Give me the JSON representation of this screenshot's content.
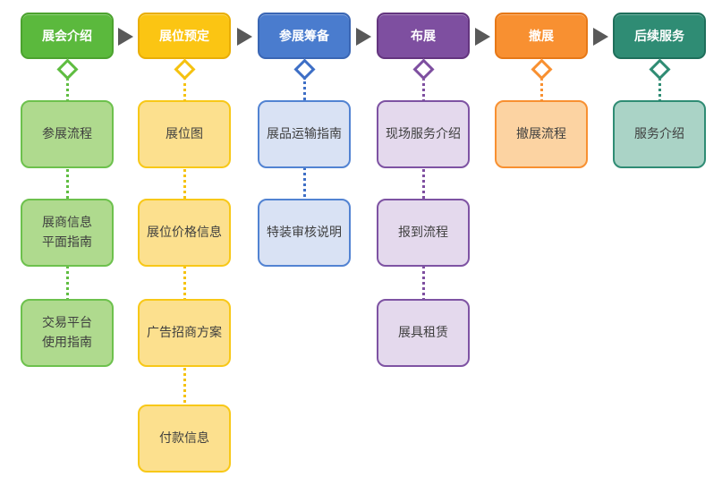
{
  "diagram": {
    "title": "",
    "arrow_color": "#595959",
    "header_text_color": "#FFFFFF",
    "child_text_color": "#3F3F3F",
    "background_color": "#FFFFFF",
    "columns": [
      {
        "id": "exhibition-intro",
        "label": "展会介绍",
        "colors": {
          "header_fill": "#5BB93D",
          "header_border": "#4CA32F",
          "child_fill": "#AFDA8E",
          "child_border": "#6DC14D",
          "accent": "#5FBD41"
        },
        "children": [
          "参展流程",
          "展商信息\n平面指南",
          "交易平台\n使用指南"
        ]
      },
      {
        "id": "booth-booking",
        "label": "展位预定",
        "colors": {
          "header_fill": "#FBC513",
          "header_border": "#E9AE06",
          "child_fill": "#FCE08E",
          "child_border": "#F8C818",
          "accent": "#F5C210"
        },
        "children": [
          "展位图",
          "展位价格信息",
          "广告招商方案",
          "付款信息"
        ]
      },
      {
        "id": "exhibition-preparation",
        "label": "参展筹备",
        "colors": {
          "header_fill": "#4A7CCE",
          "header_border": "#3A66B4",
          "child_fill": "#D9E2F4",
          "child_border": "#5283D2",
          "accent": "#3E6FC6"
        },
        "children": [
          "展品运输指南",
          "特装审核说明"
        ]
      },
      {
        "id": "setup",
        "label": "布展",
        "colors": {
          "header_fill": "#7E4FA0",
          "header_border": "#64357F",
          "child_fill": "#E4D9ED",
          "child_border": "#7E53A3",
          "accent": "#7E4FA0"
        },
        "children": [
          "现场服务介绍",
          "报到流程",
          "展具租赁"
        ]
      },
      {
        "id": "teardown",
        "label": "撤展",
        "colors": {
          "header_fill": "#F89031",
          "header_border": "#E67817",
          "child_fill": "#FCD3A2",
          "child_border": "#F89031",
          "accent": "#F89031"
        },
        "children": [
          "撤展流程"
        ]
      },
      {
        "id": "followup-service",
        "label": "后续服务",
        "colors": {
          "header_fill": "#2F8C74",
          "header_border": "#1F6F5B",
          "child_fill": "#AAD3C6",
          "child_border": "#2F8C74",
          "accent": "#2F8C74"
        },
        "children": [
          "服务介绍"
        ]
      }
    ]
  }
}
